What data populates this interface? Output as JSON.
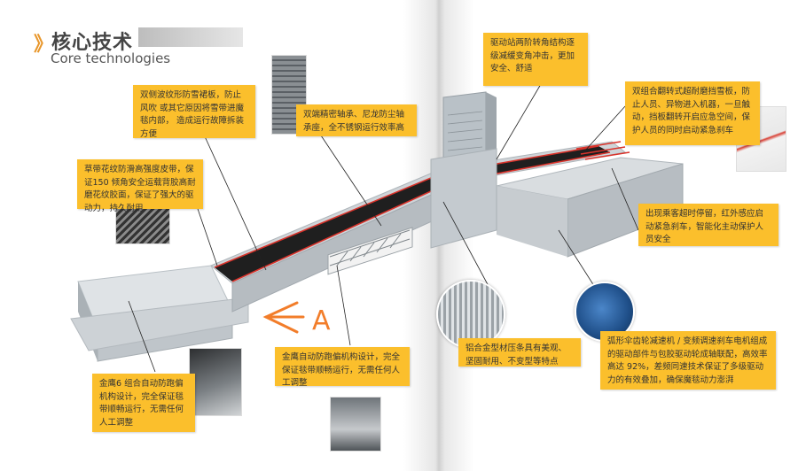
{
  "header": {
    "chevron": "》",
    "title": "核心技术",
    "subtitle": "Core technologies"
  },
  "callouts": {
    "sidebar_top": "双侧波纹形防雪裙板，防止风吹 或其它原因将雪带进魔毯内部， 造成运行故障拆装方便",
    "bearing": "双端精密轴承、尼龙防尘轴承座，全不锈钢运行效率高",
    "drive_station": "驱动站两阶转角结构逐级减缓变角冲击，更加安全、舒适",
    "comb_plate": "双组合翻转式超耐磨挡雪板，防止人员、异物进入机器，一旦触动，挡板翻转开启应急空间，保护人员的同时启动紧急刹车",
    "grass_belt": "草带花纹防滑高强度皮带，保证150 倾角安全运载背胶高耐磨花纹胶面，保证了强大的驱动力，持久耐用",
    "overtime": "出现乘客超时停留，红外感应启动紧急刹车，智能化主动保护人员安全",
    "aluminum": "铝合金型材压条具有美观、坚固耐用、不变型等特点",
    "deviation_mid": "金鹰自动防跑偏机构设计，完全保证毯带顺畅运行，无需任何人工调整",
    "deviation_left": "金鹰6 组合自动防跑偏机构设计，完全保证毯带顺畅运行，无需任何人工调整",
    "reducer": "弧形伞齿轮减速机 / 变频调速刹车电机组成的驱动部件与包胶驱动轮成轴联配，高效率高达 92%，差频同速技术保证了多级驱动力的有效叠加，确保魔毯动力澎湃"
  },
  "annotation": {
    "handwritten": "A"
  },
  "colors": {
    "callout_bg": "#fbbf2c",
    "belt": "#1f1f1f",
    "belt_edge": "#d9332b",
    "frame": "#c9cfd4",
    "accent_orange": "#e8962a"
  }
}
